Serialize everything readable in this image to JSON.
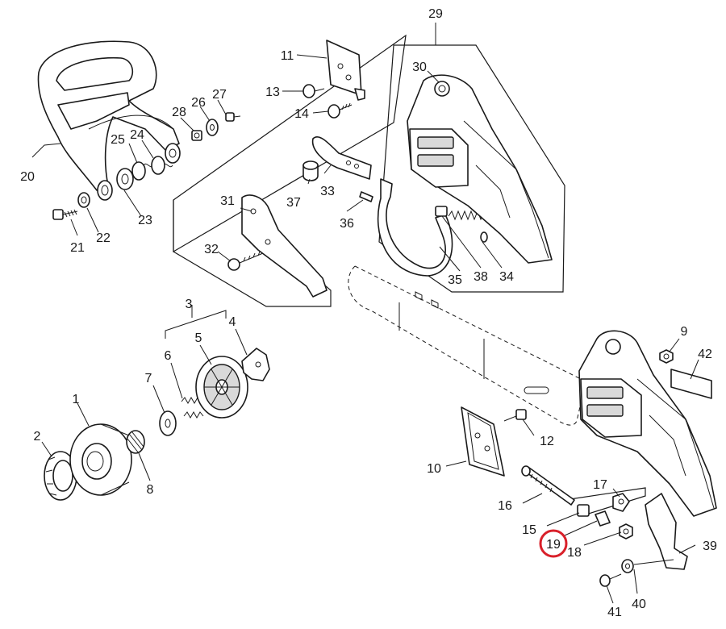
{
  "diagram": {
    "highlight_color": "#d9202a",
    "highlighted_part": "19",
    "labels": {
      "p1": "1",
      "p2": "2",
      "p3": "3",
      "p4": "4",
      "p5": "5",
      "p6": "6",
      "p7": "7",
      "p8": "8",
      "p9": "9",
      "p10": "10",
      "p11": "11",
      "p12": "12",
      "p13": "13",
      "p14": "14",
      "p15": "15",
      "p16": "16",
      "p17": "17",
      "p18": "18",
      "p19": "19",
      "p20": "20",
      "p21": "21",
      "p22": "22",
      "p23": "23",
      "p24": "24",
      "p25": "25",
      "p26": "26",
      "p27": "27",
      "p28": "28",
      "p29": "29",
      "p30": "30",
      "p31": "31",
      "p32": "32",
      "p33": "33",
      "p34": "34",
      "p35": "35",
      "p36": "36",
      "p37": "37",
      "p38": "38",
      "p39": "39",
      "p40": "40",
      "p41": "41",
      "p42": "42"
    }
  }
}
